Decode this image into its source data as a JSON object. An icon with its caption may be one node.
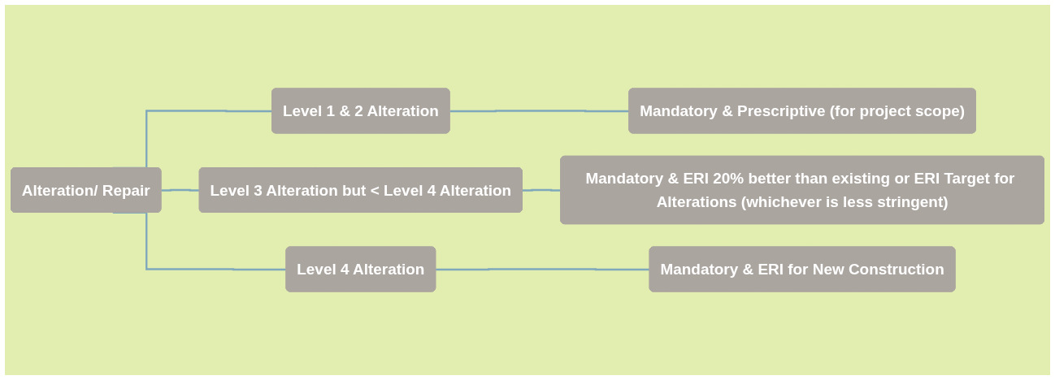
{
  "diagram": {
    "nodes": [
      {
        "text": [
          "Alteration/ Repair"
        ]
      },
      {
        "text": [
          "Level 1 & 2 Alteration"
        ]
      },
      {
        "text": [
          "Mandatory & Prescriptive (for project scope)"
        ]
      },
      {
        "text": [
          "Level 3 Alteration but < Level 4 Alteration"
        ]
      },
      {
        "text": [
          "Mandatory & ERI 20% better than existing or ERI Target for Alterations (whichever is less stringent)"
        ]
      },
      {
        "text": [
          "Level 4 Alteration"
        ]
      },
      {
        "text": [
          "Mandatory & ERI for New Construction"
        ]
      }
    ],
    "edges": [
      {
        "from": 0,
        "to": 1,
        "arrow": "none"
      },
      {
        "from": 0,
        "to": 3,
        "arrow": "none"
      },
      {
        "from": 0,
        "to": 5,
        "arrow": "none"
      },
      {
        "from": 1,
        "to": 2,
        "arrow": "none"
      },
      {
        "from": 3,
        "to": 4,
        "arrow": "none"
      },
      {
        "from": 5,
        "to": 6,
        "arrow": "none"
      }
    ]
  }
}
